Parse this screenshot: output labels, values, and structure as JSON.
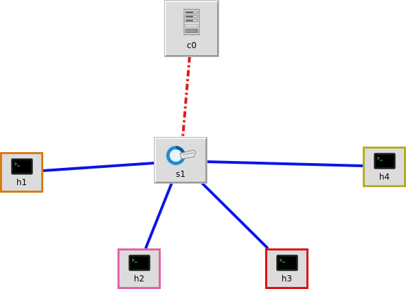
{
  "topology": {
    "controller": {
      "label": "c0",
      "icon": "server-icon"
    },
    "switch": {
      "label": "s1",
      "icon": "switch-icon"
    },
    "hosts": [
      {
        "id": "h1",
        "label": "h1",
        "icon": "terminal-icon",
        "border_color": "#d97b14"
      },
      {
        "id": "h2",
        "label": "h2",
        "icon": "terminal-icon",
        "border_color": "#e560a8"
      },
      {
        "id": "h3",
        "label": "h3",
        "icon": "terminal-icon",
        "border_color": "#dd1111"
      },
      {
        "id": "h4",
        "label": "h4",
        "icon": "terminal-icon",
        "border_color": "#b5ae22"
      }
    ],
    "link_colors": {
      "data": "#0a14e6",
      "control": "#ee1111"
    }
  }
}
